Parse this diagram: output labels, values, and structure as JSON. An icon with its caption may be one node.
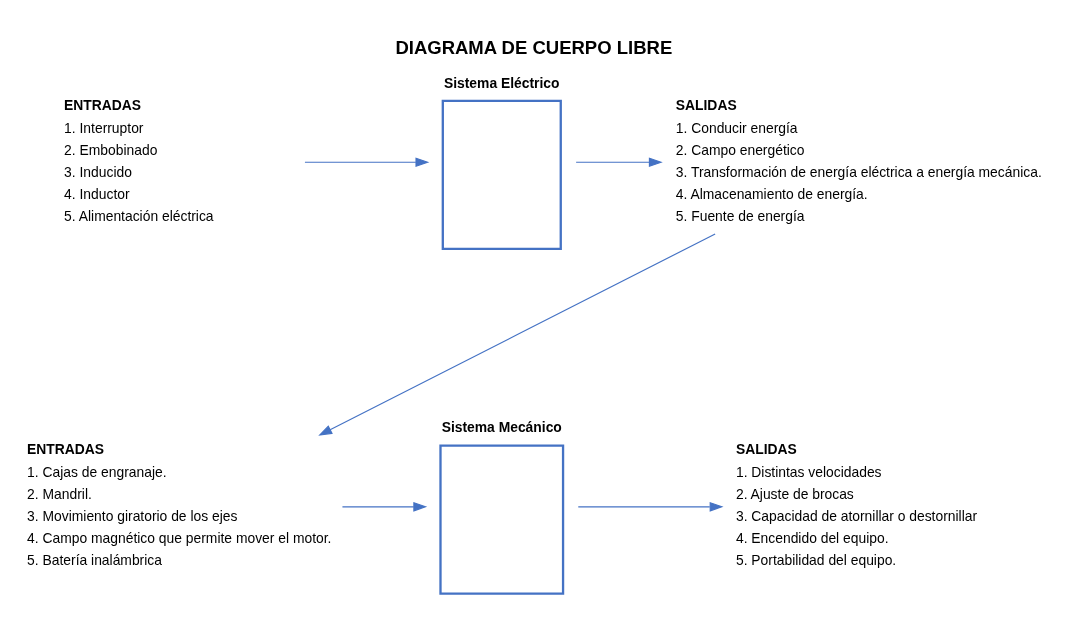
{
  "diagram": {
    "title": "DIAGRAMA DE CUERPO LIBRE",
    "nodes": [
      {
        "text": [
          "ENTRADAS",
          "1. Interruptor",
          "2. Embobinado",
          "3. Inducido",
          "4. Inductor",
          "5. Alimentación eléctrica"
        ]
      },
      {
        "text": [
          "Sistema Eléctrico"
        ]
      },
      {
        "text": [
          "SALIDAS",
          "1. Conducir energía",
          "2. Campo energético",
          "3. Transformación de energía eléctrica a energía mecánica.",
          "4. Almacenamiento de energía.",
          "5. Fuente de energía"
        ]
      },
      {
        "text": [
          "ENTRADAS",
          "1. Cajas de engranaje.",
          "2. Mandril.",
          "3. Movimiento giratorio de los ejes",
          "4. Campo magnético que permite mover el motor.",
          "5. Batería inalámbrica"
        ]
      },
      {
        "text": [
          "Sistema Mecánico"
        ]
      },
      {
        "text": [
          "SALIDAS",
          "1. Distintas velocidades",
          "2. Ajuste de brocas",
          "3. Capacidad de atornillar o destornillar",
          "4. Encendido del equipo.",
          "5. Portabilidad del equipo."
        ]
      }
    ],
    "edges": [
      {
        "from": 0,
        "to": 1,
        "arrow": "to"
      },
      {
        "from": 1,
        "to": 2,
        "arrow": "to"
      },
      {
        "from": 2,
        "to": 3,
        "arrow": "to"
      },
      {
        "from": 3,
        "to": 4,
        "arrow": "to"
      },
      {
        "from": 4,
        "to": 5,
        "arrow": "to"
      }
    ]
  }
}
